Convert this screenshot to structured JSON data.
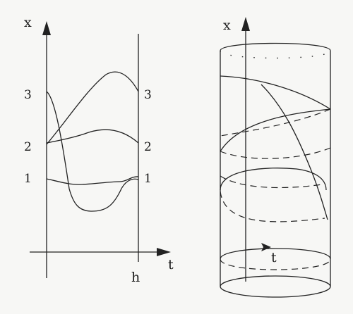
{
  "left_panel": {
    "x_axis_label": "x",
    "t_axis_label": "t",
    "period_label": "h",
    "left_labels": [
      "3",
      "2",
      "1"
    ],
    "right_labels": [
      "3",
      "2",
      "1"
    ]
  },
  "right_panel": {
    "x_axis_label": "x",
    "t_label": "t"
  }
}
